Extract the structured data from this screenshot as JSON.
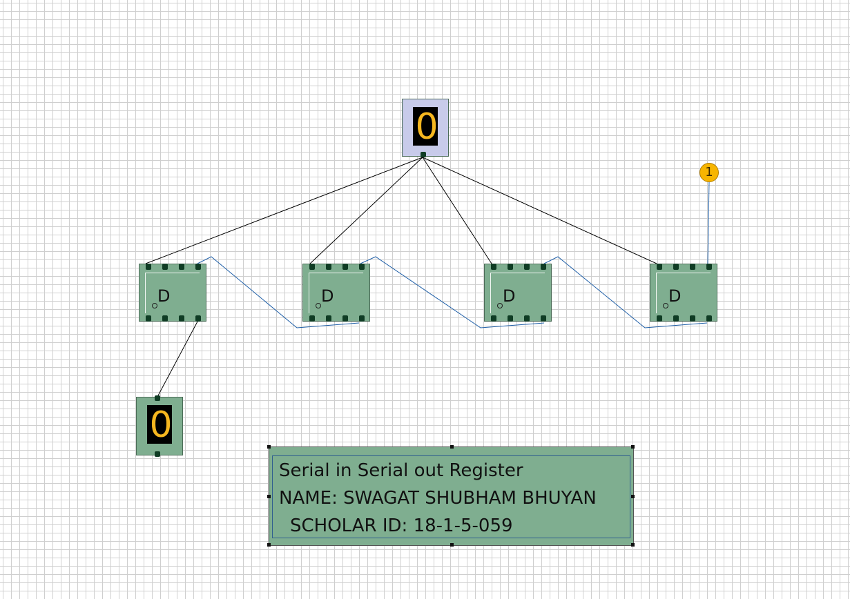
{
  "display_top": {
    "digit": "0"
  },
  "display_bottom": {
    "digit": "0"
  },
  "flip_flops": [
    {
      "label": "D"
    },
    {
      "label": "D"
    },
    {
      "label": "D"
    },
    {
      "label": "D"
    }
  ],
  "source": {
    "value": "1"
  },
  "info_box": {
    "line1": "Serial in Serial out Register",
    "line2": "NAME: SWAGAT SHUBHAM BHUYAN",
    "line3": "SCHOLAR ID: 18-1-5-059"
  },
  "colors": {
    "component_fill": "#7fae90",
    "display_top_fill": "#c8cbea",
    "digit": "#f6b71f",
    "clock_wire": "#000000",
    "data_wire": "#1f5fa8",
    "source": "#f7b500"
  }
}
